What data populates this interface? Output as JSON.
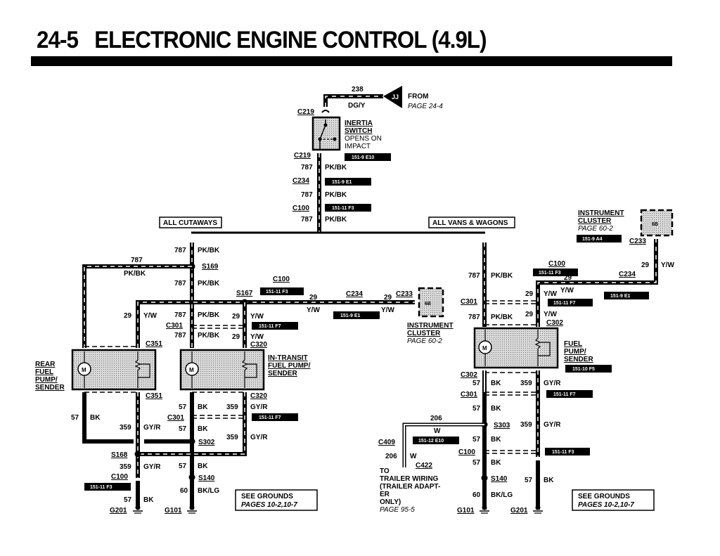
{
  "header": {
    "title": "24-5   ELECTRONIC ENGINE CONTROL (4.9L)"
  },
  "source": {
    "circuit": "238",
    "color": "DG/Y",
    "connector": "JJ",
    "label": "FROM",
    "page": "PAGE 24-4"
  },
  "inertia_switch": {
    "title_line1": "INERTIA",
    "title_line2": "SWITCH",
    "desc_line1": "OPENS ON",
    "desc_line2": "IMPACT",
    "ref": "151-9  E10",
    "connector_top": "C219",
    "connector_bottom": "C219"
  },
  "feed": {
    "circuit": "787",
    "color": "PK/BK",
    "c234": "C234",
    "c234_ref": "151-9  E1",
    "c100": "C100",
    "c100_ref": "151-11  F3"
  },
  "variants": {
    "left": "ALL CUTAWAYS",
    "right": "ALL VANS & WAGONS"
  },
  "left": {
    "s169": "S169",
    "s167": "S167",
    "c301": "C301",
    "c320": "C320",
    "c351": "C351",
    "c100": "C100",
    "c100_ref": "151-11  F3",
    "c301_ref": "151-11  F7",
    "c301_ref_lower": "151-11  F7",
    "c234": "C234",
    "c234_ref": "151-9  E1",
    "c233": "C233",
    "cluster_id": "6B",
    "cluster_line1": "INSTRUMENT",
    "cluster_line2": "CLUSTER",
    "cluster_page": "PAGE 60-2",
    "rear_pump_line1": "REAR",
    "rear_pump_line2": "FUEL",
    "rear_pump_line3": "PUMP/",
    "rear_pump_line4": "SENDER",
    "transit_line1": "IN-TRANSIT",
    "transit_line2": "FUEL PUMP/",
    "transit_line3": "SENDER",
    "s302": "S302",
    "s168": "S168",
    "s140": "S140",
    "c100_lower": "C100",
    "c100_lower_ref": "151-11  F3",
    "g201": "G201",
    "g101": "G101",
    "motor": "M",
    "grounds_line1": "SEE GROUNDS",
    "grounds_line2": "PAGES 10-2,10-7"
  },
  "right": {
    "cluster_line1": "INSTRUMENT",
    "cluster_line2": "CLUSTER",
    "cluster_page": "PAGE 60-2",
    "cluster_ref": "151-9  A4",
    "cluster_id": "6B",
    "c233": "C233",
    "c234": "C234",
    "c234_ref": "151-9  E1",
    "c100": "C100",
    "c100_ref": "151-11  F3",
    "c301": "C301",
    "c301_ref": "151-11  F7",
    "c302": "C302",
    "pump_line1": "FUEL",
    "pump_line2": "PUMP/",
    "pump_line3": "SENDER",
    "pump_ref": "151-10  F5",
    "c302_lower": "C302",
    "c301_lower": "C301",
    "c301_lower_ref": "151-11  F7",
    "s303": "S303",
    "c100_lower": "C100",
    "c100_lower_ref": "151-11  F3",
    "s140": "S140",
    "g101": "G101",
    "g201": "G201",
    "c409": "C409",
    "c409_ref": "151-12  E10",
    "c422": "C422",
    "trailer_line1": "TO",
    "trailer_line2": "TRAILER WIRING",
    "trailer_line3": "(TRAILER ADAPT-",
    "trailer_line4": "ER",
    "trailer_line5": "ONLY)",
    "trailer_page": "PAGE 95-5",
    "motor": "M",
    "grounds_line1": "SEE GROUNDS",
    "grounds_line2": "PAGES 10-2,10-7"
  },
  "wires": {
    "pk_bk": {
      "circuit": "787",
      "color": "PK/BK"
    },
    "y_w": {
      "circuit": "29",
      "color": "Y/W"
    },
    "bk": {
      "circuit": "57",
      "color": "BK"
    },
    "gy_r": {
      "circuit": "359",
      "color": "GY/R"
    },
    "bk_lg": {
      "circuit": "60",
      "color": "BK/LG"
    },
    "w": {
      "circuit": "206",
      "color": "W"
    }
  }
}
